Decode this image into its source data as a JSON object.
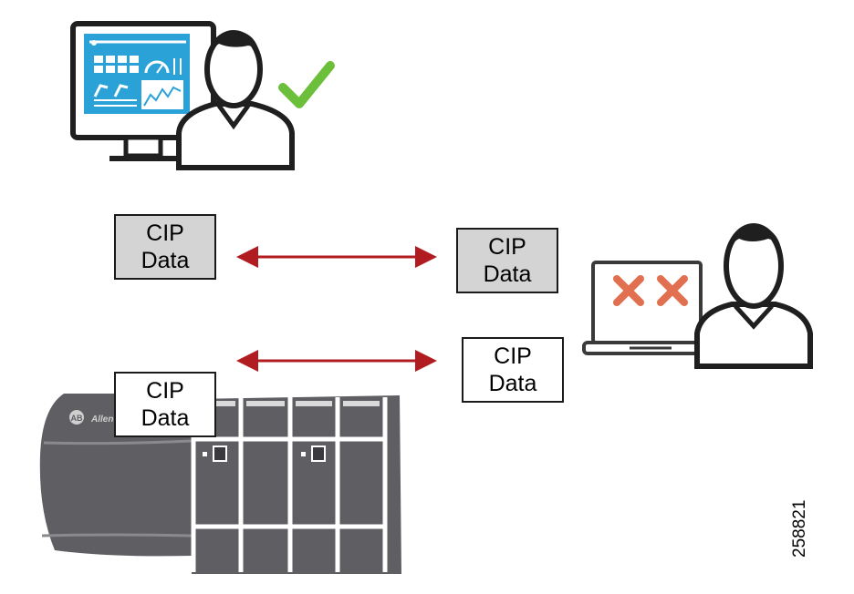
{
  "packets": {
    "operator_side": {
      "line1": "CIP",
      "line2": "Data"
    },
    "attacker_received": {
      "line1": "CIP",
      "line2": "Data"
    },
    "attacker_sent": {
      "line1": "CIP",
      "line2": "Data"
    },
    "controller_side": {
      "line1": "CIP",
      "line2": "Data"
    }
  },
  "controller": {
    "logo_text": "AB",
    "brand_text": "Allen-"
  },
  "icons": {
    "operator_status": "checkmark-icon",
    "attacker_status": "cross-icon"
  },
  "colors": {
    "arrow": "#b01c20",
    "check": "#6cbf3a",
    "cross": "#e07050",
    "screen": "#2aa2d8",
    "person": "#1f1f1f",
    "plc_body": "#5f5f63",
    "packet_gray": "#d4d4d4"
  },
  "figure_id": "258821"
}
